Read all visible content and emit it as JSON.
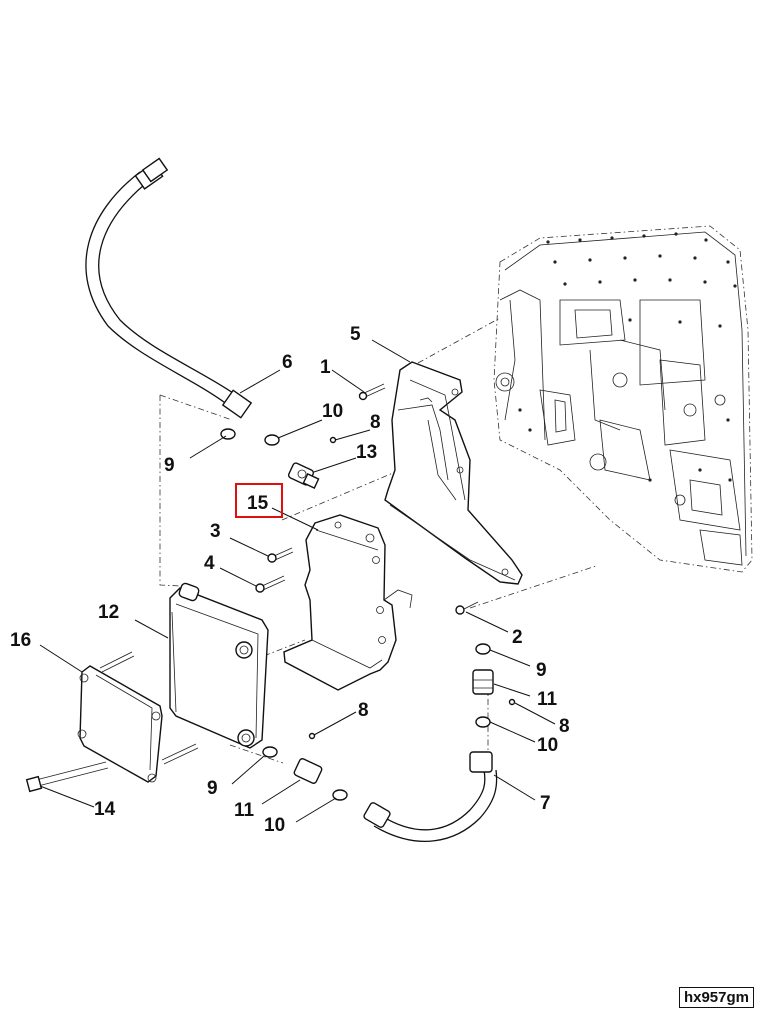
{
  "callouts": [
    "1",
    "2",
    "3",
    "4",
    "5",
    "6",
    "7",
    "8",
    "8",
    "8",
    "9",
    "9",
    "9",
    "10",
    "10",
    "10",
    "11",
    "11",
    "12",
    "13",
    "14",
    "15",
    "16"
  ],
  "highlight": "15",
  "diagram_code": "hx957gm"
}
